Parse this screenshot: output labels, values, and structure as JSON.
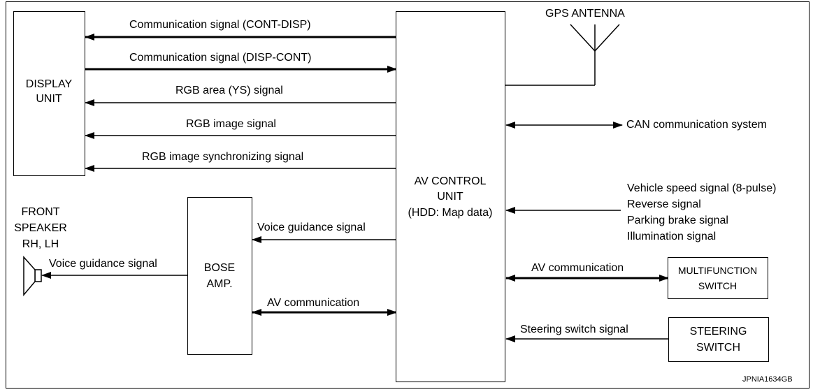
{
  "blocks": {
    "display_unit": [
      "DISPLAY",
      "UNIT"
    ],
    "av_control_unit": [
      "AV CONTROL",
      "UNIT",
      "(HDD: Map data)"
    ],
    "bose_amp": [
      "BOSE",
      "AMP."
    ],
    "multifunction_switch": [
      "MULTIFUNCTION",
      "SWITCH"
    ],
    "steering_switch": [
      "STEERING",
      "SWITCH"
    ],
    "front_speaker": [
      "FRONT",
      "SPEAKER",
      "RH, LH"
    ],
    "gps_antenna": "GPS ANTENNA"
  },
  "signals": {
    "cont_disp": "Communication signal (CONT-DISP)",
    "disp_cont": "Communication signal (DISP-CONT)",
    "rgb_area": "RGB area (YS) signal",
    "rgb_image": "RGB image signal",
    "rgb_sync": "RGB image synchronizing signal",
    "voice_guidance_amp": "Voice guidance signal",
    "voice_guidance_speaker": "Voice guidance signal",
    "av_comm_amp": "AV communication",
    "av_comm_multifunction": "AV communication",
    "steering_switch_signal": "Steering switch signal",
    "can": "CAN communication system",
    "vehicle_inputs": [
      "Vehicle speed signal (8-pulse)",
      "Reverse signal",
      "Parking brake signal",
      "Illumination signal"
    ]
  },
  "figure_id": "JPNIA1634GB"
}
